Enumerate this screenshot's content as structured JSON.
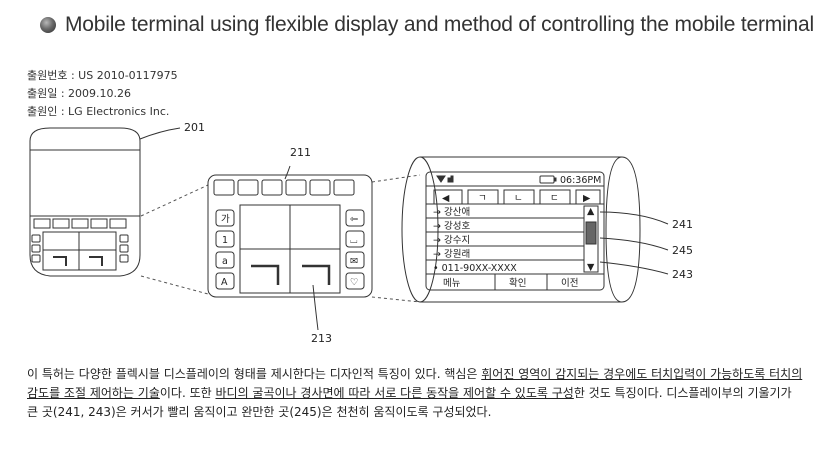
{
  "header": {
    "title": "Mobile terminal using flexible display and method of controlling the mobile terminal"
  },
  "meta": {
    "application_no": "출원번호 : US 2010-0117975",
    "filing_date": "출원일 : 2009.10.26",
    "applicant": "출원인 : LG Electronics Inc."
  },
  "figure": {
    "refs": {
      "r201": "201",
      "r211": "211",
      "r213": "213",
      "r241": "241",
      "r245": "245",
      "r243": "243"
    },
    "middle_left_keys": [
      "가",
      "1",
      "a",
      "A"
    ],
    "middle_right_keys": [
      "⇦",
      "⌴",
      "✉",
      "♡"
    ],
    "glyph": "ㄱ",
    "phone": {
      "time": "06:36PM",
      "tabs": [
        "◀",
        "ㄱ",
        "ㄴ",
        "ㄷ",
        "▶"
      ],
      "contacts": [
        "→ 강산애",
        "→ 강성호",
        "→ 강수지",
        "→ 강원래"
      ],
      "number": "• 011-90XX-XXXX",
      "softkeys": [
        "메뉴",
        "확인",
        "이전"
      ]
    }
  },
  "description": {
    "p1": "이 특허는 다양한 플렉시블 디스플레이의 형태를 제시한다는 디자인적 특징이 있다. 핵심은 ",
    "u1": "휘어진 영역이 감지되는 경우에도 터치입력이 가능하도록 터치의 감도를 조절 제어하는 기술",
    "p2": "이다. 또한 ",
    "u2": "바디의 굴곡이나 경사면에 따라 서로 다른 동작을 제어할 수 있도록 구성",
    "p3": "한 것도 특징이다. 디스플레이부의 기울기가 큰 곳(241, 243)은 커서가 빨리 움직이고 완만한 곳(245)은 천천히 움직이도록 구성되었다."
  }
}
